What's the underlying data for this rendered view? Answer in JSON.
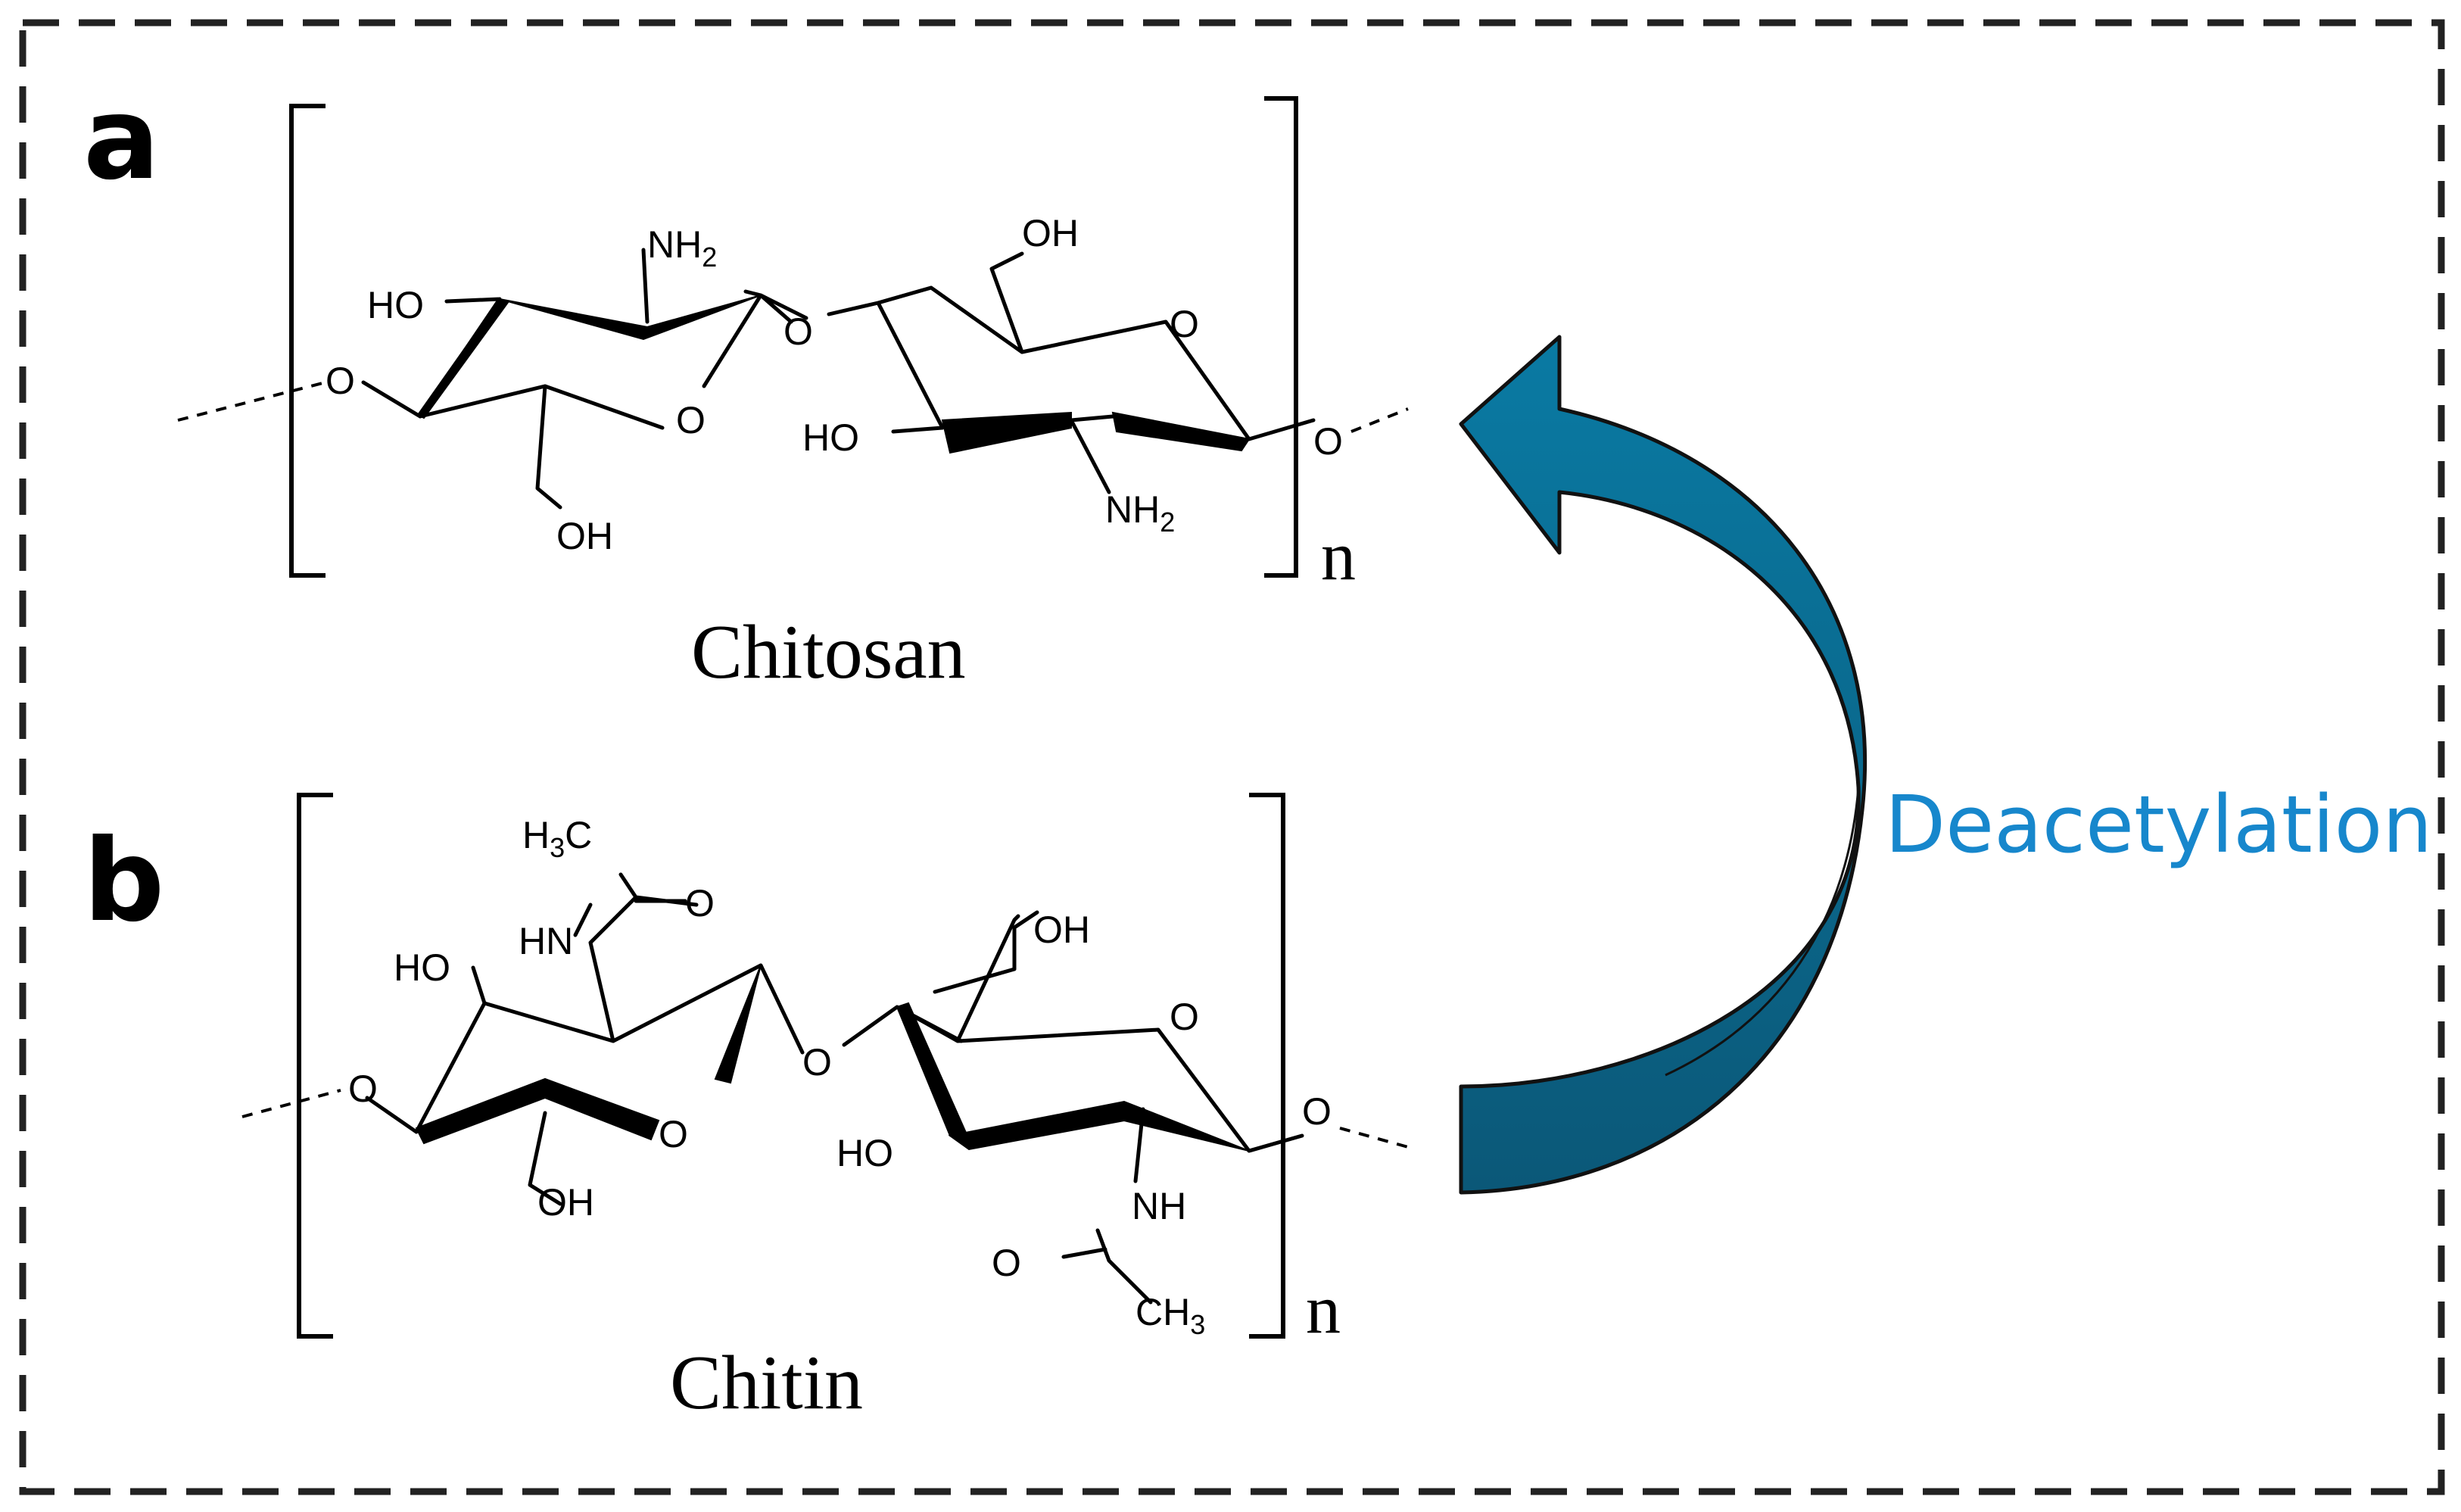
{
  "panels": [
    {
      "letter": "a",
      "caption": "Chitosan",
      "repeat": "n"
    },
    {
      "letter": "b",
      "caption": "Chitin",
      "repeat": "n"
    }
  ],
  "atoms": {
    "ho": "HO",
    "oh": "OH",
    "o": "O",
    "nh2": "NH",
    "nh2_sub": "2",
    "nh": "NH",
    "hn": "HN",
    "h3c_h": "H",
    "h3c_sub": "3",
    "h3c_c": "C",
    "ch3_c": "CH",
    "ch3_sub": "3"
  },
  "process": {
    "label": "Deacetylation"
  },
  "colors": {
    "arrow_fill": "#0b6d93",
    "arrow_dark": "#0c5a7c",
    "label": "#1787cc",
    "frame": "#222222"
  }
}
